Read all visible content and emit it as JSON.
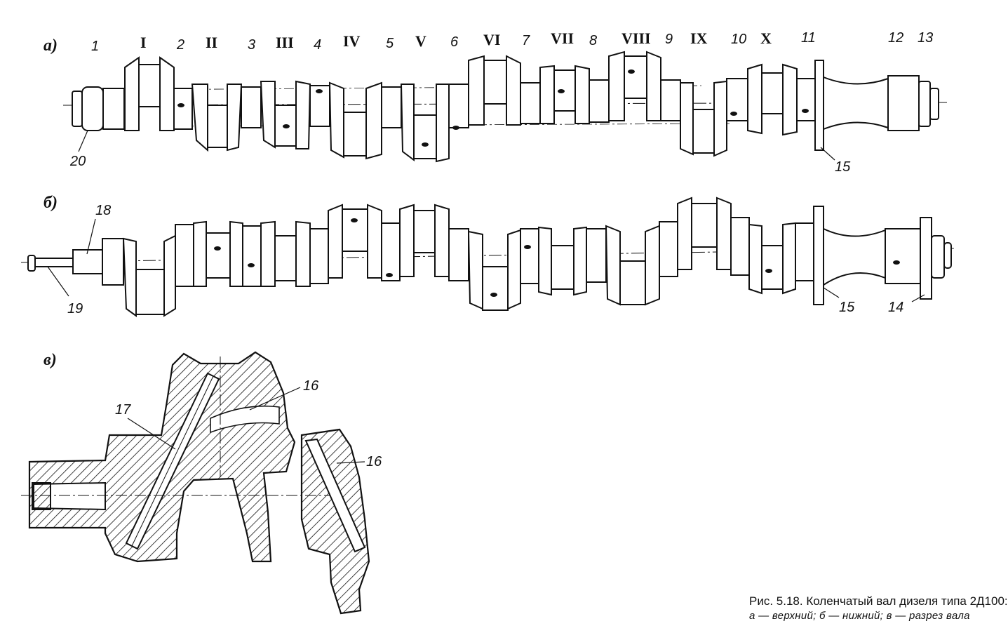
{
  "panels": {
    "a": {
      "label": "а)",
      "journal_labels": [
        "1",
        "2",
        "3",
        "4",
        "5",
        "6",
        "7",
        "8",
        "9",
        "10",
        "11",
        "12",
        "13"
      ],
      "crank_labels": [
        "I",
        "II",
        "III",
        "IV",
        "V",
        "VI",
        "VII",
        "VIII",
        "IX",
        "X"
      ],
      "callouts": [
        "20",
        "15"
      ]
    },
    "b": {
      "label": "б)",
      "callouts": [
        "18",
        "19",
        "15",
        "14"
      ]
    },
    "c": {
      "label": "в)",
      "callouts": [
        "17",
        "16",
        "16"
      ]
    }
  },
  "caption": {
    "title": "Рис. 5.18. Коленчатый вал дизеля типа 2Д100:",
    "subtitle": "а — верхний; б — нижний; в — разрез вала"
  }
}
